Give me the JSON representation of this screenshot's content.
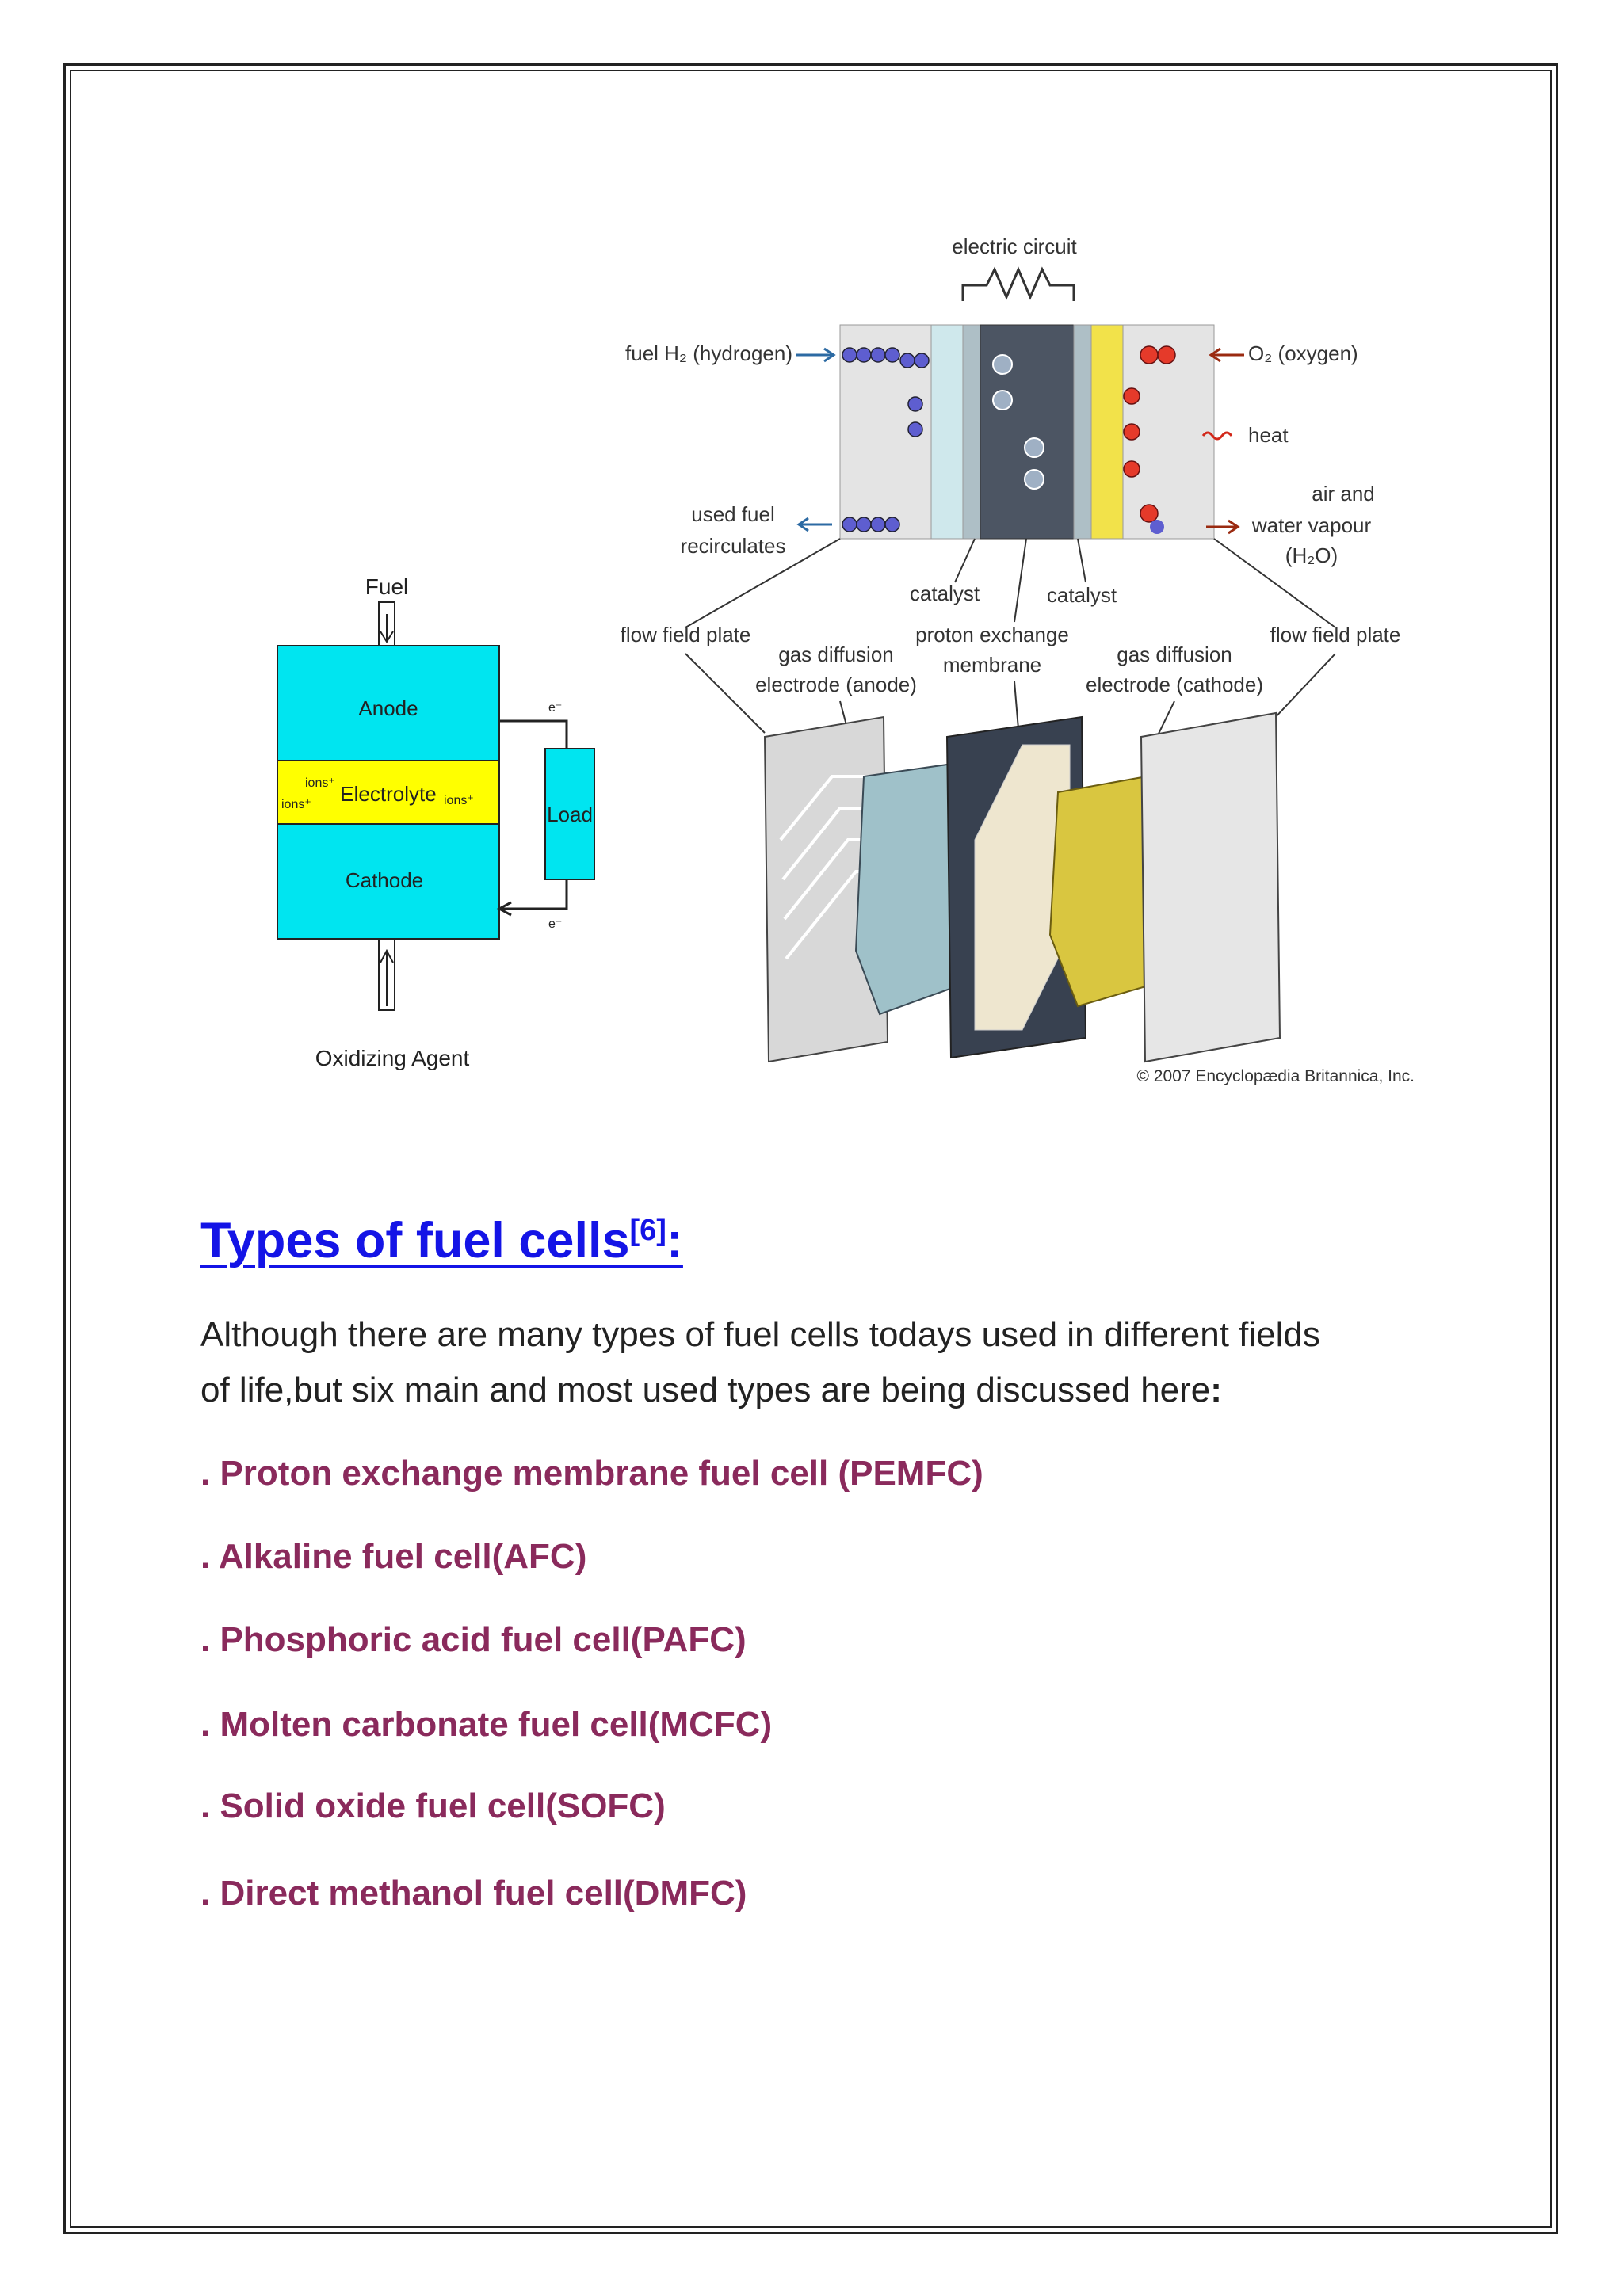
{
  "simple_diagram": {
    "fuel": "Fuel",
    "anode": "Anode",
    "electrolyte": "Electrolyte",
    "ions": "ions⁺",
    "cathode": "Cathode",
    "load": "Load",
    "electron": "e⁻",
    "oxidizing_agent": "Oxidizing Agent"
  },
  "britannica_diagram": {
    "electric_circuit": "electric circuit",
    "fuel_h2": "fuel H₂ (hydrogen)",
    "o2": "O₂ (oxygen)",
    "heat": "heat",
    "air_and": "air and",
    "water_vapour": "water vapour",
    "h2o": "(H₂O)",
    "used_fuel": "used fuel",
    "recirculates": "recirculates",
    "catalyst": "catalyst",
    "flow_field_plate": "flow field plate",
    "proton_exchange": "proton exchange",
    "membrane": "membrane",
    "gas_diffusion": "gas diffusion",
    "electrode_anode": "electrode (anode)",
    "electrode_cathode": "electrode (cathode)",
    "copyright": "© 2007 Encyclopædia Britannica, Inc."
  },
  "heading": {
    "text": "Types of fuel cells",
    "ref": "[6]",
    "colon": ":"
  },
  "intro": {
    "line1": "Although there are many types of fuel cells todays used in different fields",
    "line2": "of life,but six main and most used types are being discussed here",
    "end": ":"
  },
  "types": [
    ". Proton exchange membrane fuel cell (PEMFC)",
    ". Alkaline fuel cell(AFC)",
    ". Phosphoric acid fuel cell(PAFC)",
    ". Molten carbonate fuel cell(MCFC)",
    ". Solid oxide fuel cell(SOFC)",
    ". Direct methanol fuel cell(DMFC)"
  ],
  "colors": {
    "heading": "#1414e6",
    "types": "#8a2a5c",
    "electrode_block": "#00e5f0",
    "electrolyte": "#ffff00"
  }
}
